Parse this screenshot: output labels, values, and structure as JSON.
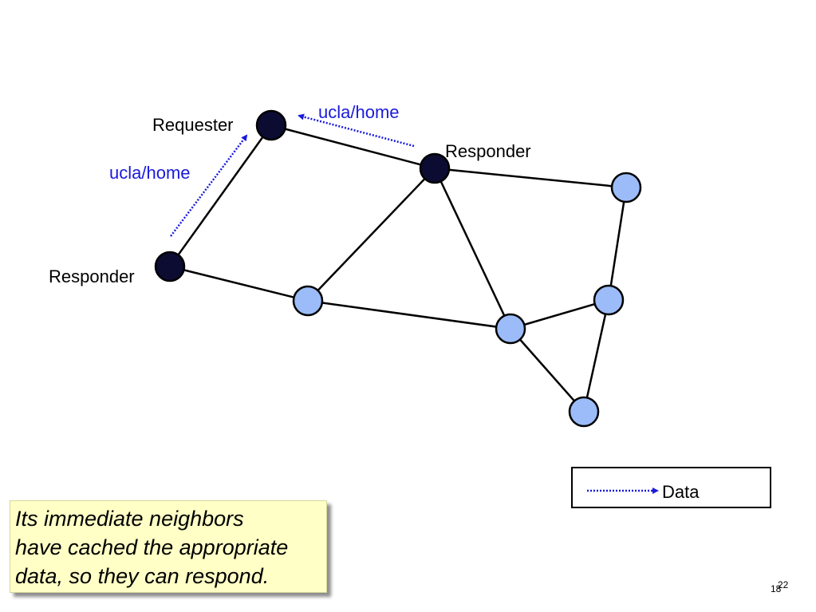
{
  "labels": {
    "requester": "Requester",
    "responder_top": "Responder",
    "responder_left": "Responder",
    "data_top": "ucla/home",
    "data_left": "ucla/home"
  },
  "legend": {
    "label": "Data"
  },
  "note": {
    "lines": [
      "Its immediate neighbors",
      "have cached the appropriate",
      "data, so they can respond."
    ]
  },
  "page": {
    "number": "18",
    "overlay_number": "22"
  },
  "colors": {
    "dark_node": "#0c0c33",
    "light_node": "#9bbcf8",
    "edge": "#000000",
    "data_arrow": "#1a1adc",
    "note_bg": "#ffffc6"
  }
}
